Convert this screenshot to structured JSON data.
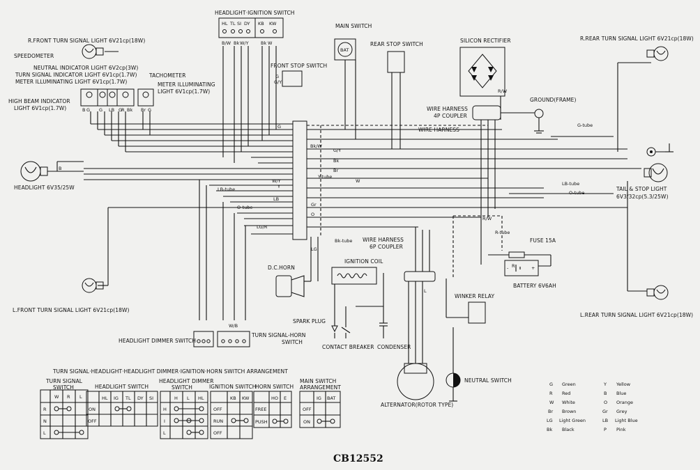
{
  "components": {
    "headlight_ignition_switch": "HEADLIGHT·IGNITION SWITCH",
    "main_switch": "MAIN SWITCH",
    "rear_stop_switch": "REAR STOP SWITCH",
    "silicon_rectifier": "SILICON RECTIFIER",
    "r_front_turn": "R.FRONT TURN SIGNAL LIGHT 6V21cp(18W)",
    "r_rear_turn": "R.REAR TURN SIGNAL LIGHT 6V21cp(18W)",
    "speedometer": "SPEEDOMETER",
    "neutral_indicator": "NEUTRAL INDICATOR LIGHT 6V2cp(3W)",
    "turn_indicator": "TURN SIGNAL INDICATOR LIGHT 6V1cp(1.7W)",
    "meter_illum": "METER ILLUMINATING LIGHT 6V1cp(1.7W)",
    "tachometer": "TACHOMETER",
    "tach_illum_1": "METER ILLUMINATING",
    "tach_illum_2": "LIGHT 6V1cp(1.7W)",
    "high_beam_1": "HIGH BEAM INDICATOR",
    "high_beam_2": "LIGHT 6V1cp(1.7W)",
    "front_stop_switch": "FRONT STOP SWITCH",
    "ground_frame": "GROUND(FRAME)",
    "wire_harness_4p_1": "WIRE HARNESS",
    "wire_harness_4p_2": "4P COUPLER",
    "wire_harness": "WIRE HARNESS",
    "headlight": "HEADLIGHT 6V35/25W",
    "tail_stop_1": "TAIL & STOP LIGHT",
    "tail_stop_2": "6V3/32cp(5.3/25W)",
    "wire_harness_6p_1": "WIRE HARNESS",
    "wire_harness_6p_2": "6P COUPLER",
    "fuse": "FUSE 15A",
    "battery": "BATTERY 6V6AH",
    "dc_horn": "D.C.HORN",
    "ignition_coil": "IGNITION COIL",
    "winker_relay": "WINKER RELAY",
    "l_front_turn": "L.FRONT TURN SIGNAL LIGHT 6V21cp(18W)",
    "l_rear_turn": "L.REAR TURN SIGNAL LIGHT 6V21cp(18W)",
    "spark_plug": "SPARK PLUG",
    "contact_breaker": "CONTACT BREAKER",
    "condenser": "CONDENSER",
    "headlight_dimmer_switch": "HEADLIGHT DIMMER SWITCH",
    "turn_horn_switch_1": "TURN SIGNAL-HORN",
    "turn_horn_switch_2": "SWITCH",
    "neutral_switch": "NEUTRAL SWITCH",
    "alternator": "ALTERNATOR(ROTOR TYPE)"
  },
  "tubes": {
    "g_tube": "G-tube",
    "lb_tube_left": "LB-tube",
    "lb_tube_right": "LB-tube",
    "o_tube_left": "O-tube",
    "o_tube_right": "O-tube",
    "y_tube": "Y-tube",
    "bk_tube": "Bk-tube",
    "r_tube": "R-tube"
  },
  "wire_labels": {
    "g": "G",
    "gy": "G/Y",
    "bkw": "Bk/W",
    "bk": "Bk",
    "br": "Br",
    "wy": "W/Y",
    "y": "Y",
    "lb": "LB",
    "gr": "Gr",
    "o": "O",
    "lgr": "LG/R",
    "w": "W",
    "b": "B",
    "r": "R",
    "rw": "R/W",
    "lg": "LG",
    "l": "L",
    "wb": "W/B"
  },
  "arrangement": {
    "title": "TURN SIGNAL·HEADLIGHT·HEADLIGHT DIMMER·IGNITION·HORN SWITCH ARRANGEMENT",
    "turn_signal": {
      "title_1": "TURN SIGNAL",
      "title_2": "SWITCH",
      "cols": [
        "W",
        "R",
        "L"
      ],
      "rows": [
        "R",
        "N",
        "L"
      ]
    },
    "headlight": {
      "title": "HEADLIGHT SWITCH",
      "cols": [
        "HL",
        "IG",
        "TL",
        "DY",
        "SI"
      ],
      "rows": [
        "ON",
        "OFF"
      ]
    },
    "dimmer": {
      "title_1": "HEADLIGHT DIMMER",
      "title_2": "SWITCH",
      "cols": [
        "H",
        "L",
        "HL"
      ],
      "rows": [
        "H",
        "I",
        "L"
      ]
    },
    "ignition": {
      "title": "IGNITION SWITCH",
      "cols": [
        "KB",
        "KW"
      ],
      "rows": [
        "OFF",
        "RUN",
        "OFF"
      ]
    },
    "horn": {
      "title": "HORN SWITCH",
      "cols": [
        "HO",
        "E"
      ],
      "rows": [
        "FREE",
        "PUSH"
      ]
    },
    "main": {
      "title_1": "MAIN SWITCH",
      "title_2": "ARRANGEMENT",
      "cols": [
        "IG",
        "BAT"
      ],
      "rows": [
        "OFF",
        "ON"
      ]
    }
  },
  "legend": [
    {
      "code": "G",
      "name": "Green"
    },
    {
      "code": "R",
      "name": "Red"
    },
    {
      "code": "W",
      "name": "White"
    },
    {
      "code": "Br",
      "name": "Brown"
    },
    {
      "code": "LG",
      "name": "Light Green"
    },
    {
      "code": "Bk",
      "name": "Black"
    },
    {
      "code": "Y",
      "name": "Yellow"
    },
    {
      "code": "B",
      "name": "Blue"
    },
    {
      "code": "O",
      "name": "Orange"
    },
    {
      "code": "Gr",
      "name": "Grey"
    },
    {
      "code": "LB",
      "name": "Light Blue"
    },
    {
      "code": "P",
      "name": "Pink"
    }
  ],
  "model_code": "CB12552"
}
